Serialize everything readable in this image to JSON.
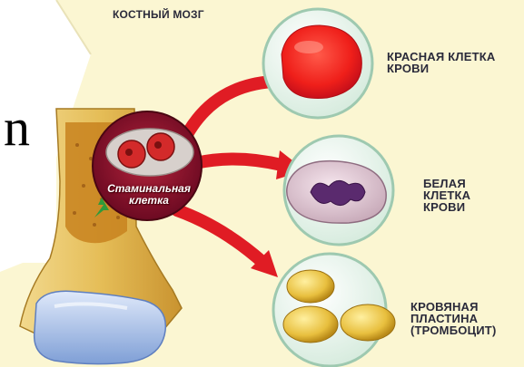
{
  "diagram": {
    "title": "КОСТНЫЙ МОЗГ",
    "stem_cell_label": "Стаминальная\nклетка",
    "edge_char": "n",
    "outputs": [
      {
        "label": "КРАСНАЯ КЛЕТКА\nКРОВИ",
        "cell": "red-blood-cell"
      },
      {
        "label": "БЕЛАЯ\nКЛЕТКА\nКРОВИ",
        "cell": "white-blood-cell"
      },
      {
        "label": "КРОВЯНАЯ\nПЛАСТИНА\n(ТРОМБОЦИТ)",
        "cell": "platelets"
      }
    ]
  },
  "colors": {
    "background": "#fbf6d2",
    "bone": "#e8c262",
    "marrow": "#c8831e",
    "arrow": "#e01c24",
    "stem_cell_bg": "#8c0f2c",
    "bubble_fill": "#eaf4ec",
    "bubble_ring": "#9ec9b0",
    "joint": "#a9c3ea"
  }
}
